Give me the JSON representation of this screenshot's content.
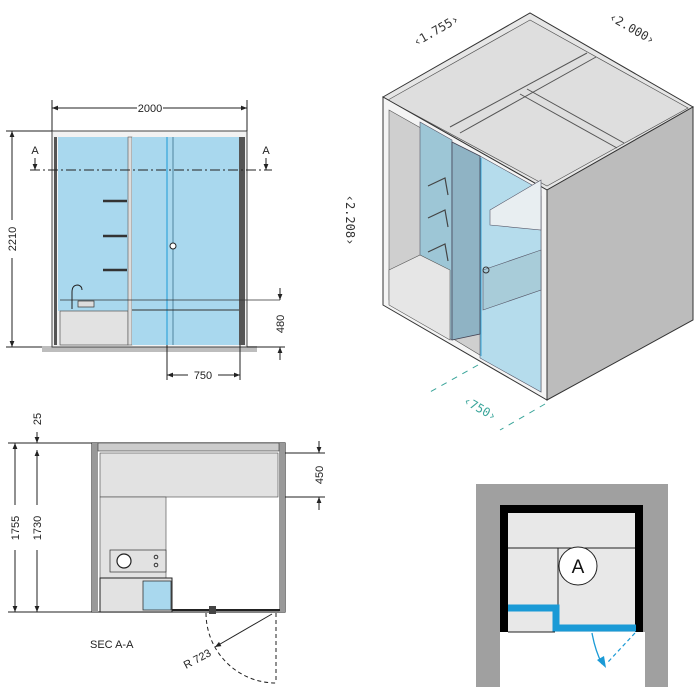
{
  "front_elevation": {
    "width_label": "2000",
    "height_label": "2210",
    "seat_height_label": "480",
    "door_width_label": "750",
    "section_marker_left": "A",
    "section_marker_right": "A"
  },
  "section_plan": {
    "title": "SEC A-A",
    "depth_outer_label": "1755",
    "depth_inner_label": "1730",
    "wall_thickness_label": "25",
    "bench_depth_label": "450",
    "door_radius_label": "R 723"
  },
  "isometric": {
    "depth_label": "‹1.755›",
    "width_label": "‹2.000›",
    "height_label": "‹2.208›",
    "door_label": "‹750›"
  },
  "key_plan": {
    "marker_label": "A"
  },
  "colors": {
    "glass": "#a9d8ee",
    "accent_blue": "#1a9ad6",
    "panel_gray": "#e2e2e2",
    "wall_gray": "#a0a0a0",
    "teal_dim": "#3aa59a"
  }
}
